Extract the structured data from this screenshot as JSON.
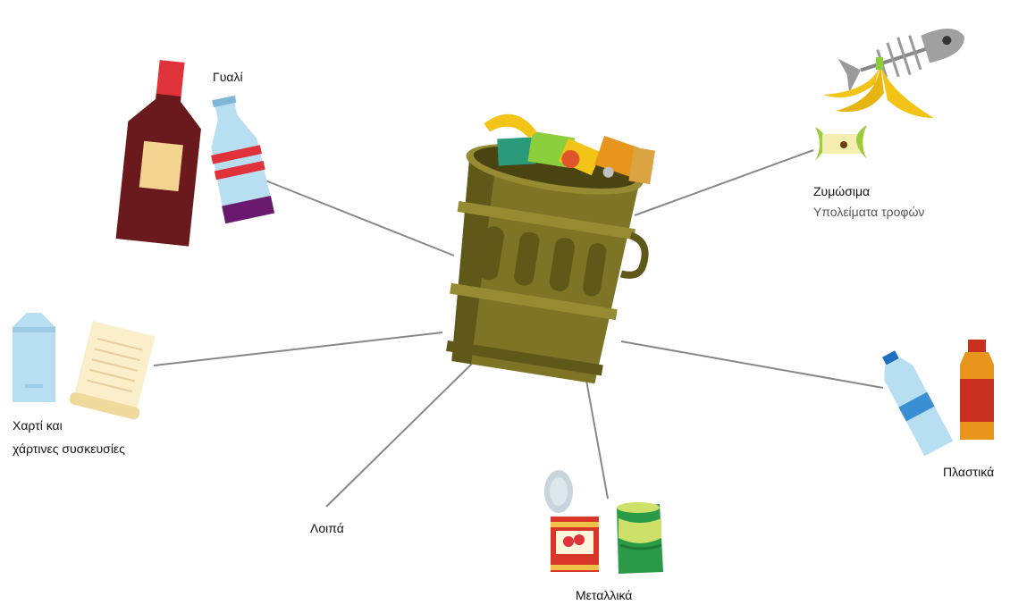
{
  "categories": {
    "glass": {
      "label": "Γυαλί"
    },
    "organic": {
      "label": "Ζυμώσιμα",
      "sublabel": "Υπολείματα τροφών"
    },
    "paper": {
      "line1": "Χαρτί και",
      "line2": "χάρτινες συσκευσίες"
    },
    "other": {
      "label": "Λοιπά"
    },
    "metal": {
      "label": "Μεταλλικά"
    },
    "plastic": {
      "label": "Πλαστικά"
    }
  },
  "colors": {
    "bin": "#7d7425",
    "bin_dark": "#5f5818",
    "bin_light": "#958b33",
    "connector": "#888888",
    "wine": "#6a1a1c",
    "banana": "#f3c318",
    "apple": "#9ccb3b",
    "water_blue": "#b8def2",
    "paper": "#fbeecb",
    "tomato_can": "#d9362a",
    "green_can": "#2a9a48",
    "plastic_red": "#c9301f",
    "plastic_orange": "#e8951e"
  }
}
